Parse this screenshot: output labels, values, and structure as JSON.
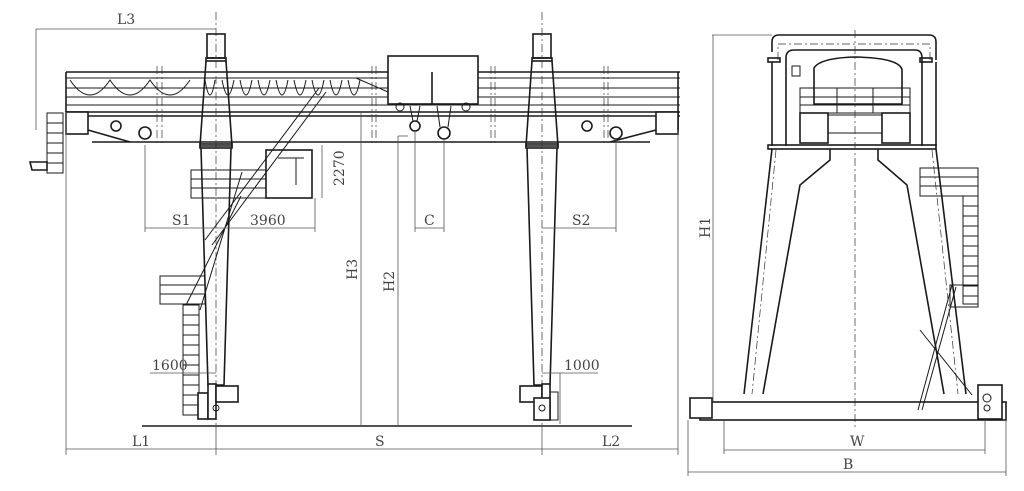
{
  "drawing": {
    "title": "Double girder gantry crane general arrangement",
    "views": [
      "front-elevation",
      "side-elevation"
    ]
  },
  "front_view": {
    "dimensions": {
      "L3": "L3",
      "S1": "S1",
      "dim_3960": "3960",
      "dim_2270": "2270",
      "C": "C",
      "S2": "S2",
      "H3": "H3",
      "H2": "H2",
      "dim_1600": "1600",
      "dim_1000": "1000",
      "L1": "L1",
      "S": "S",
      "L2": "L2"
    }
  },
  "side_view": {
    "dimensions": {
      "H1": "H1",
      "W": "W",
      "B": "B"
    }
  }
}
